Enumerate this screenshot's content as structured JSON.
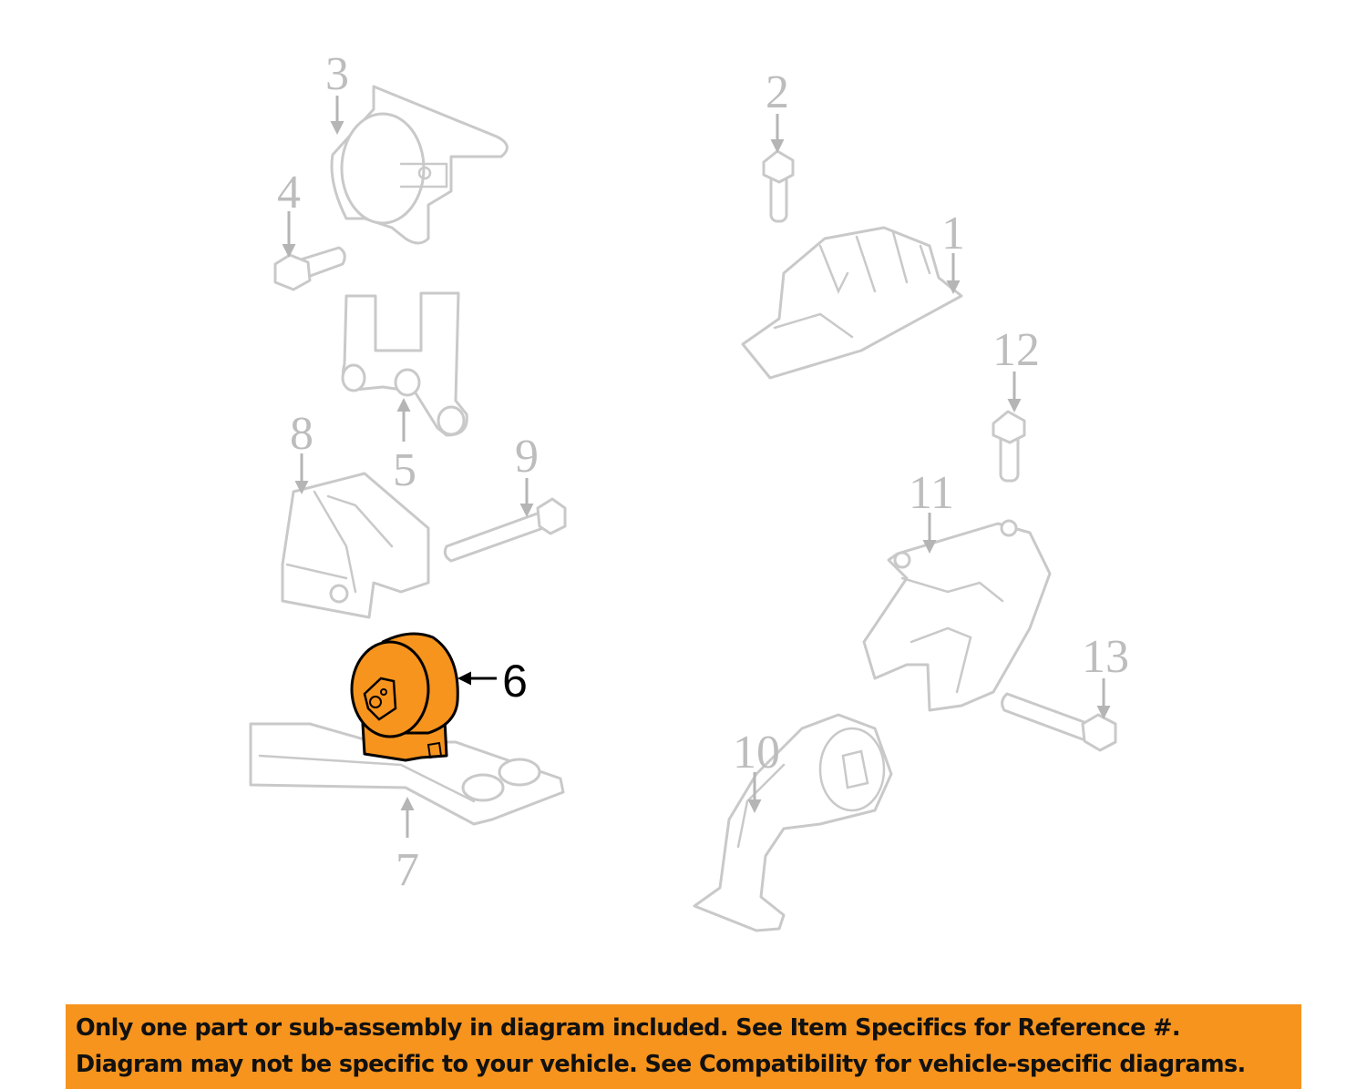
{
  "diagram": {
    "callouts": {
      "c1": "1",
      "c2": "2",
      "c3": "3",
      "c4": "4",
      "c5": "5",
      "c6": "6",
      "c7": "7",
      "c8": "8",
      "c9": "9",
      "c10": "10",
      "c11": "11",
      "c12": "12",
      "c13": "13"
    },
    "highlighted_part": "6",
    "highlight_color": "#f7941d",
    "line_color": "#c9c9c9"
  },
  "banner": {
    "line1": "Only one part or sub-assembly in diagram included. See Item Specifics for Reference #.",
    "line2": "Diagram may not be specific to your vehicle. See Compatibility for vehicle-specific diagrams.",
    "color": "#f7941d"
  }
}
